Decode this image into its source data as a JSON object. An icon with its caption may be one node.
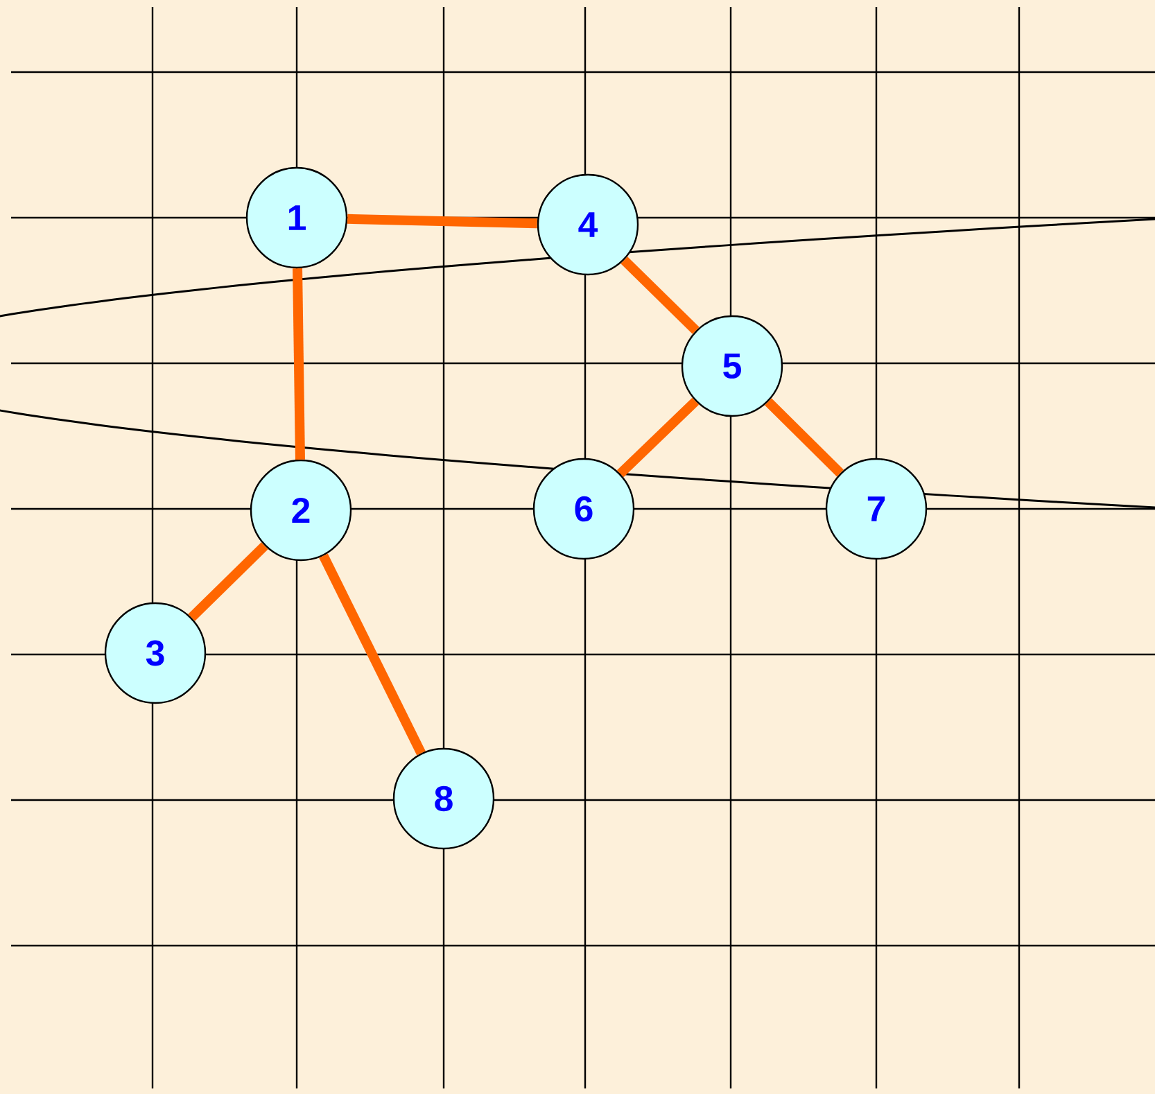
{
  "diagram": {
    "nodes": [
      {
        "text": [
          "1"
        ]
      },
      {
        "text": [
          "2"
        ]
      },
      {
        "text": [
          "3"
        ]
      },
      {
        "text": [
          "4"
        ]
      },
      {
        "text": [
          "5"
        ]
      },
      {
        "text": [
          "6"
        ]
      },
      {
        "text": [
          "7"
        ]
      },
      {
        "text": [
          "8"
        ]
      }
    ],
    "edges": [
      {
        "from": 0,
        "to": 3,
        "arrow": "none"
      },
      {
        "from": 0,
        "to": 1,
        "arrow": "none"
      },
      {
        "from": 3,
        "to": 4,
        "arrow": "none"
      },
      {
        "from": 4,
        "to": 5,
        "arrow": "none"
      },
      {
        "from": 4,
        "to": 6,
        "arrow": "none"
      },
      {
        "from": 1,
        "to": 2,
        "arrow": "none"
      },
      {
        "from": 1,
        "to": 7,
        "arrow": "none"
      }
    ]
  }
}
